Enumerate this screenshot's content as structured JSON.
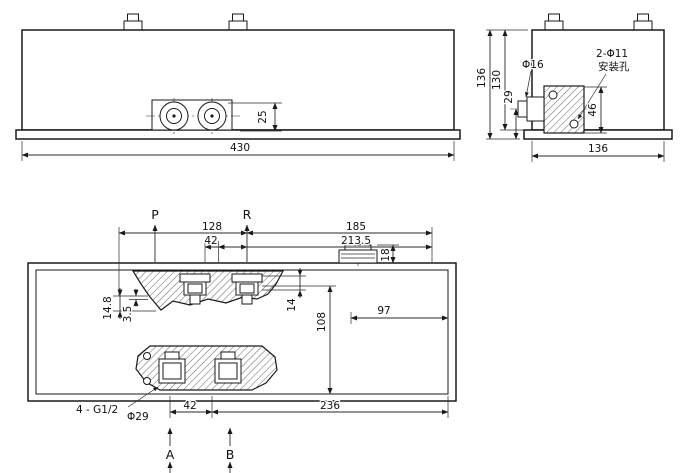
{
  "front_view": {
    "dim_port_height": "25",
    "dim_width": "430"
  },
  "side_view": {
    "port_diameter": "Φ16",
    "mounting_holes": "2-Φ11",
    "mounting_holes_cn": "安装孔",
    "dim_overall_height": "136",
    "dim_body_height": "130",
    "dim_port_center_height": "29",
    "dim_flange_height": "46",
    "dim_width": "136"
  },
  "plan_view": {
    "port_p": "P",
    "port_r": "R",
    "port_a": "A",
    "port_b": "B",
    "dim_128": "128",
    "dim_42_top": "42",
    "dim_185": "185",
    "dim_213_5": "213.5",
    "dim_18": "18",
    "dim_14": "14",
    "dim_108": "108",
    "dim_97": "97",
    "dim_14_8": "14.8",
    "dim_3_5": "3.5",
    "thread_ports": "4 - G1/2",
    "dim_phi_29": "Φ29",
    "dim_42_bottom": "42",
    "dim_236": "236"
  }
}
